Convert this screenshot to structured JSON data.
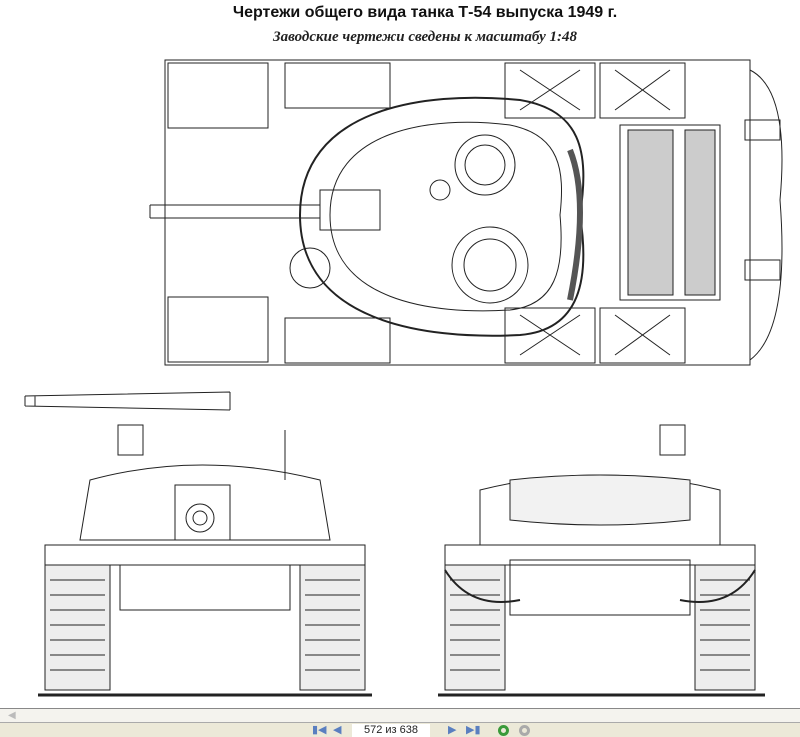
{
  "document": {
    "title": "Чертежи общего вида танка Т-54 выпуска 1949 г.",
    "subtitle": "Заводские чертежи сведены к масштабу 1:48"
  },
  "viewer": {
    "page_current": "572",
    "page_separator": "из",
    "page_total": "638",
    "page_label": "572 из 638",
    "icons": [
      "first-page-icon",
      "prev-page-icon",
      "next-page-icon",
      "last-page-icon",
      "zoom-in-icon",
      "zoom-out-icon"
    ]
  }
}
